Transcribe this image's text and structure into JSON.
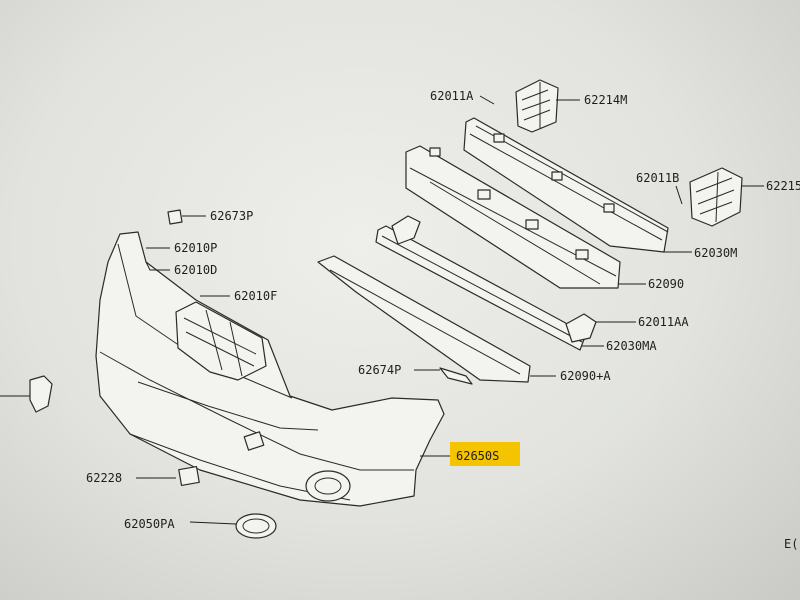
{
  "diagram": {
    "labels": {
      "p62011A": "62011A",
      "p62214M": "62214M",
      "p62011B": "62011B",
      "p62215": "62215",
      "p62673P": "62673P",
      "p62010P": "62010P",
      "p62010D": "62010D",
      "p62010F": "62010F",
      "p62030M": "62030M",
      "p62090": "62090",
      "p62011AA": "62011AA",
      "p62030MA": "62030MA",
      "p62674P": "62674P",
      "p62090A": "62090+A",
      "p62650S": "62650S",
      "p62228": "62228",
      "p62050PA": "62050PA",
      "corner": "E("
    },
    "highlight_color": "#f5c400"
  }
}
